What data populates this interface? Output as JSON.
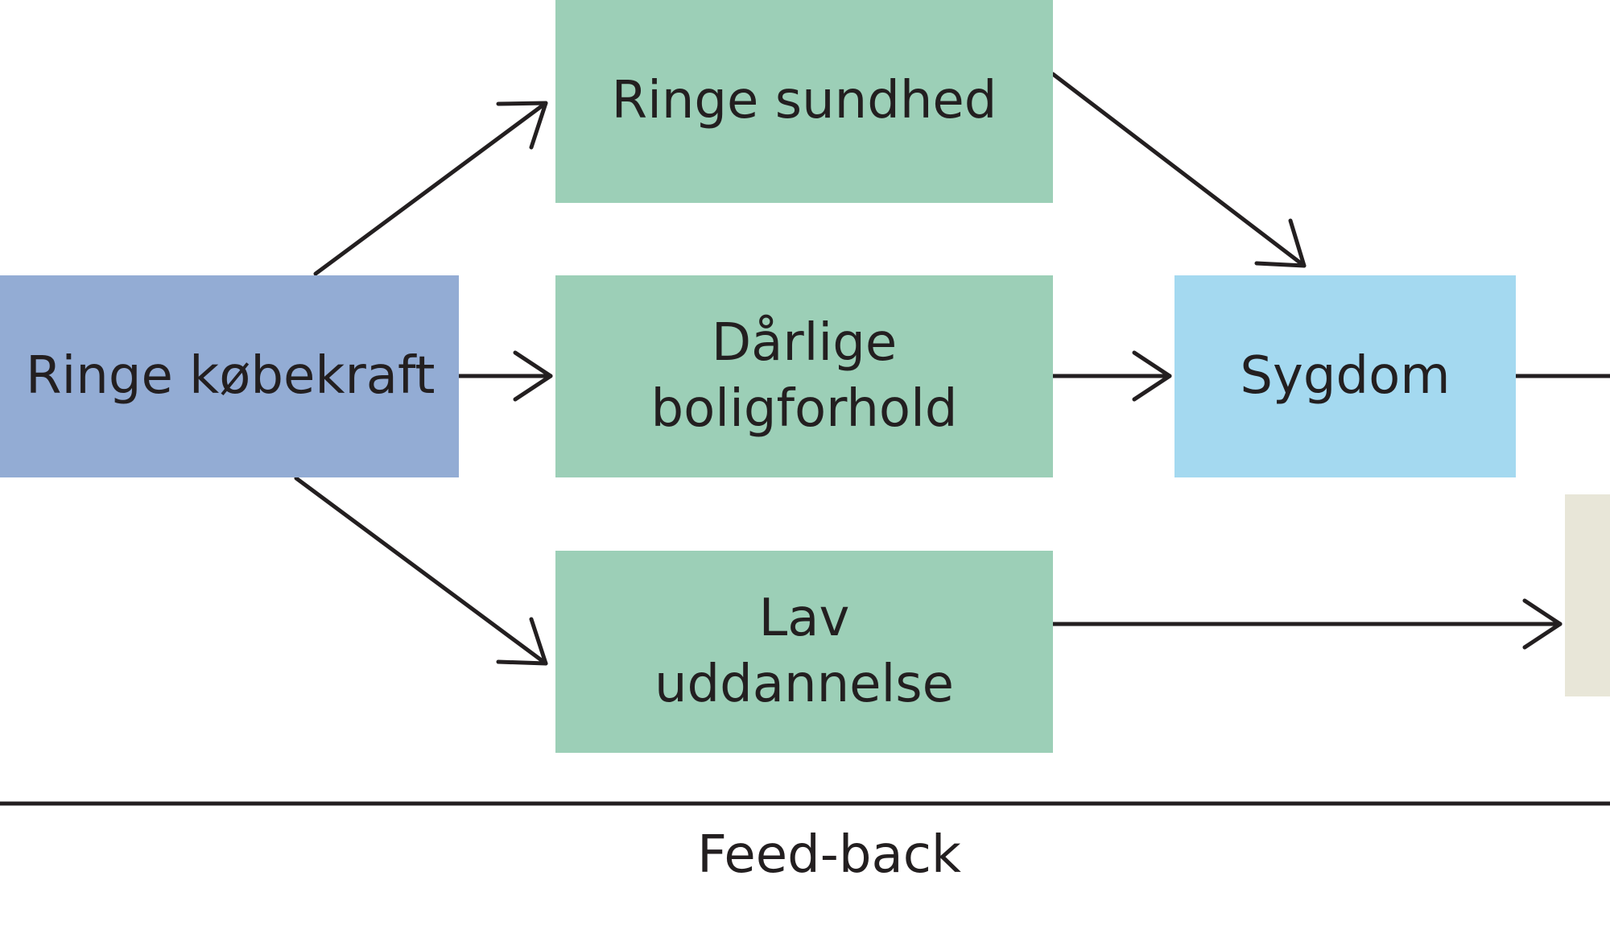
{
  "boxes": {
    "ringe_kobekraft": "Ringe købekraft",
    "ringe_sundhed": "Ringe sundhed",
    "darlige_bolig_line1": "Dårlige",
    "darlige_bolig_line2": "boligforhold",
    "lav_uddannelse_line1": "Lav",
    "lav_uddannelse_line2": "uddannelse",
    "sygdom": "Sygdom"
  },
  "feedback_label": "Feed-back",
  "colors": {
    "root_box": "#93acd4",
    "middle_boxes": "#9ccfb7",
    "sygdom_box": "#a4d9f0",
    "cut_off_box": "#e8e6d8",
    "lines": "#231f20"
  }
}
